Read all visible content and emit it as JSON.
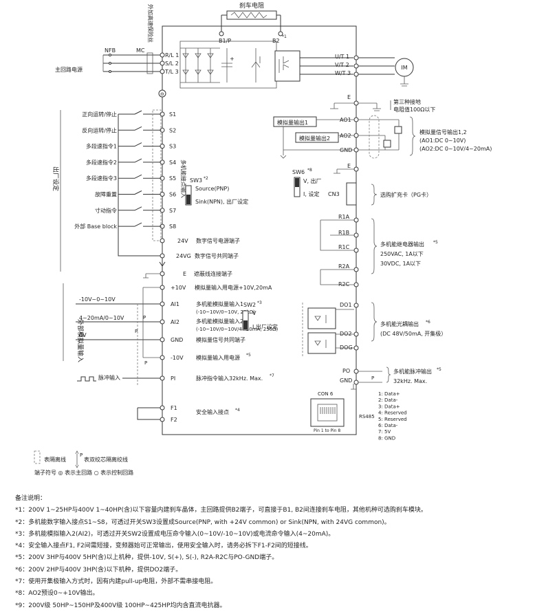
{
  "top": {
    "brake_resistor": "刹车电阻",
    "external_wire": "外加高速保险丝",
    "b1p": "B1/P",
    "b2": "B2",
    "b2_sup": "*1",
    "nfb": "NFB",
    "mc": "MC",
    "main_power": "主回路电源",
    "inputs": [
      "R/L 1",
      "S/L 2",
      "T/L 3"
    ],
    "outputs": [
      "U/T 1",
      "V/T 2",
      "W/T 3"
    ],
    "motor": "IM"
  },
  "left": {
    "factory_setting": "出厂设定",
    "inputs": [
      {
        "label": "正向运转/停止",
        "terminal": "S1"
      },
      {
        "label": "反向运转/停止",
        "terminal": "S2"
      },
      {
        "label": "多段速指令1",
        "terminal": "S3"
      },
      {
        "label": "多段速指令2",
        "terminal": "S4"
      },
      {
        "label": "多段速指令3",
        "terminal": "S5"
      },
      {
        "label": "故障重置",
        "terminal": "S6"
      },
      {
        "label": "寸动指令",
        "terminal": "S7"
      },
      {
        "label": "外部 Base block",
        "terminal": "S8"
      }
    ],
    "multi_input": "多机能接点输入",
    "sw3": "SW3",
    "sw3_sup": "*2",
    "source": "Source(PNP)",
    "sink": "Sink(NPN), 出厂设定",
    "v24": "24V",
    "v24_desc": "数字信号电源端子",
    "v24g": "24VG",
    "v24g_desc": "数字信号共同端子",
    "shield_e": "E",
    "shield_desc": "遮蔽线连接端子",
    "analog_input": "外部模拟量输入",
    "plus10": "+10V",
    "plus10_desc": "模拟量输入用电源+10V,20mA",
    "sig1": "-10V~0~10V",
    "ai1": "AI1",
    "ai1_desc1": "多机能模拟量输入1",
    "ai1_desc2": "(-10~10V/0~10V, 20kΩ)",
    "sig2": "4~20mA/0~10V",
    "ai2": "AI2",
    "ai2_desc1": "多机能模拟量输入2",
    "ai2_desc2": "(-10~10V/0~10V/4~20mA, 250Ω)",
    "sig3": "0V",
    "gnd": "GND",
    "gnd_desc": "模拟量信号共同端子",
    "minus10": "-10V",
    "minus10_desc": "模拟量输入用电源",
    "minus10_sup": "*5",
    "pulse_in": "脉冲输入",
    "pi": "PI",
    "pi_desc": "脉冲指令输入32kHz. Max.",
    "pi_sup": "*7",
    "f1": "F1",
    "f2": "F2",
    "safety": "安全输入接点",
    "safety_sup": "*4",
    "sw2": "SW2",
    "sw2_sup": "*3",
    "sw2_v": "V",
    "sw2_i": "I,出厂设定",
    "p": "P"
  },
  "right": {
    "e": "E",
    "ground_label1": "第三种接地",
    "ground_label2": "电阻值100Ω以下",
    "ao1": "AO1",
    "ao2": "AO2",
    "agnd": "GND",
    "ao_out1": "模拟量输出1",
    "ao_out2": "模拟量输出2",
    "ao_desc1": "模拟量信号输出1,2",
    "ao_desc2": "(AO1:DC 0~10V)",
    "ao_desc3": "(AO2:DC 0~10V/4~20mA)",
    "e2": "E",
    "sw6": "SW6",
    "sw6_sup": "*8",
    "sw6_v": "V, 出厂",
    "sw6_i": "I, 设定",
    "cn3": "CN3",
    "pg_card": "选购扩充卡（PG卡）",
    "relay": [
      "R1A",
      "R1B",
      "R1C",
      "R2A",
      "R2C"
    ],
    "relay_desc1": "多机能继电器输出",
    "relay_sup": "*5",
    "relay_desc2": "250VAC, 1A以下",
    "relay_desc3": "30VDC, 1A以下",
    "do": [
      "DO1",
      "DO2",
      "DOG"
    ],
    "do_desc1": "多机能光耦输出",
    "do_sup": "*6",
    "do_desc2": "(DC 48V/50mA, 开集极）",
    "po": "PO",
    "pgnd": "GND",
    "pulse_desc1": "多机能脉冲输出",
    "pulse_sup": "*5",
    "pulse_desc2": "32kHz. Max.",
    "con6": "CON 6",
    "pin_range": "Pin 1 to Pin 8",
    "rs485": "RS485",
    "pins": [
      "1: Data+",
      "2: Data-",
      "3: Data+",
      "4: Reserved",
      "5: Reserved",
      "6: Data-",
      "7: 5V",
      "8: GND"
    ]
  },
  "legend": {
    "shield": "表隔离线",
    "twisted": "表双绞芯隔离绞线",
    "terminals": "端子符号 ◎ 表示主回路 ○ 表示控制回路"
  },
  "notes": {
    "title": "备注说明：",
    "items": [
      "*1：200V 1~25HP与400V 1~40HP(含)以下容量内建刹车晶体，主回路提供B2端子，可直接于B1, B2间连接刹车电阻，其他机种可选购刹车模块。",
      "*2：多机能数字输入接点S1~S8，可透过开关SW3设置成Source(PNP, with +24V common) or Sink(NPN, with 24VG common)。",
      "*3：多机能模拟输入2(AI2)，可透过开关SW2设置成电压命令输入(0~10V/-10~10V)或电流命令输入(4~20mA)。",
      "*4：安全输入接点F1, F2间需短接，变频器始可正常输出，使用安全输入时，请务必拆下F1-F2间的短接线。",
      "*5：200V 3HP与400V 5HP(含)以上机种，提供-10V, S(+), S(-), R2A-R2C与PO-GND端子。",
      "*6：200V 2HP与400V 3HP(含)以下机种，提供DO2端子。",
      "*7：使用开集极输入方式时，因有内建pull-up电阻，外部不需串接电阻。",
      "*8：AO2预设0~+10V输出。",
      "*9：200V级 50HP~150HP及400V级 100HP~425HP均内含直流电抗器。"
    ]
  }
}
